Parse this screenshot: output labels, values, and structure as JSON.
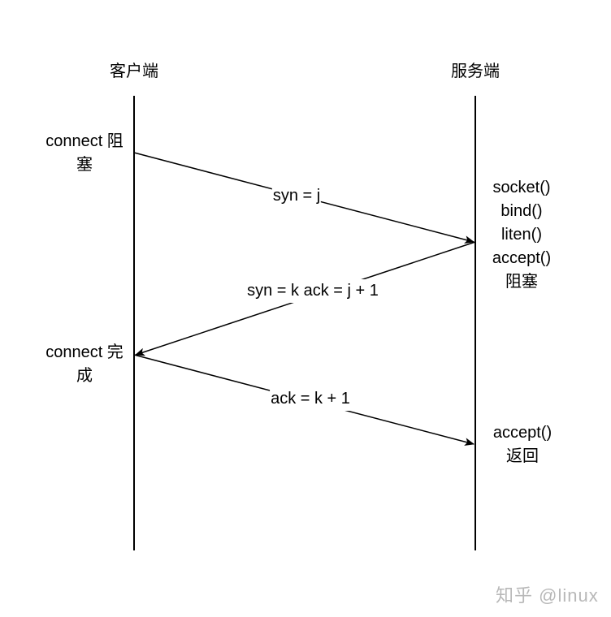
{
  "participants": {
    "client": "客户端",
    "server": "服务端"
  },
  "notes": {
    "client_connect_block": [
      "connect 阻",
      "塞"
    ],
    "server_setup": [
      "socket()",
      "bind()",
      "liten()",
      "accept()",
      "阻塞"
    ],
    "client_connect_done": [
      "connect 完",
      "成"
    ],
    "server_accept_return": [
      "accept()",
      "返回"
    ]
  },
  "messages": [
    {
      "from": "client",
      "to": "server",
      "label": "syn = j"
    },
    {
      "from": "server",
      "to": "client",
      "label": "syn = k ack = j + 1"
    },
    {
      "from": "client",
      "to": "server",
      "label": "ack = k + 1"
    }
  ],
  "watermark": "知乎 @linux"
}
